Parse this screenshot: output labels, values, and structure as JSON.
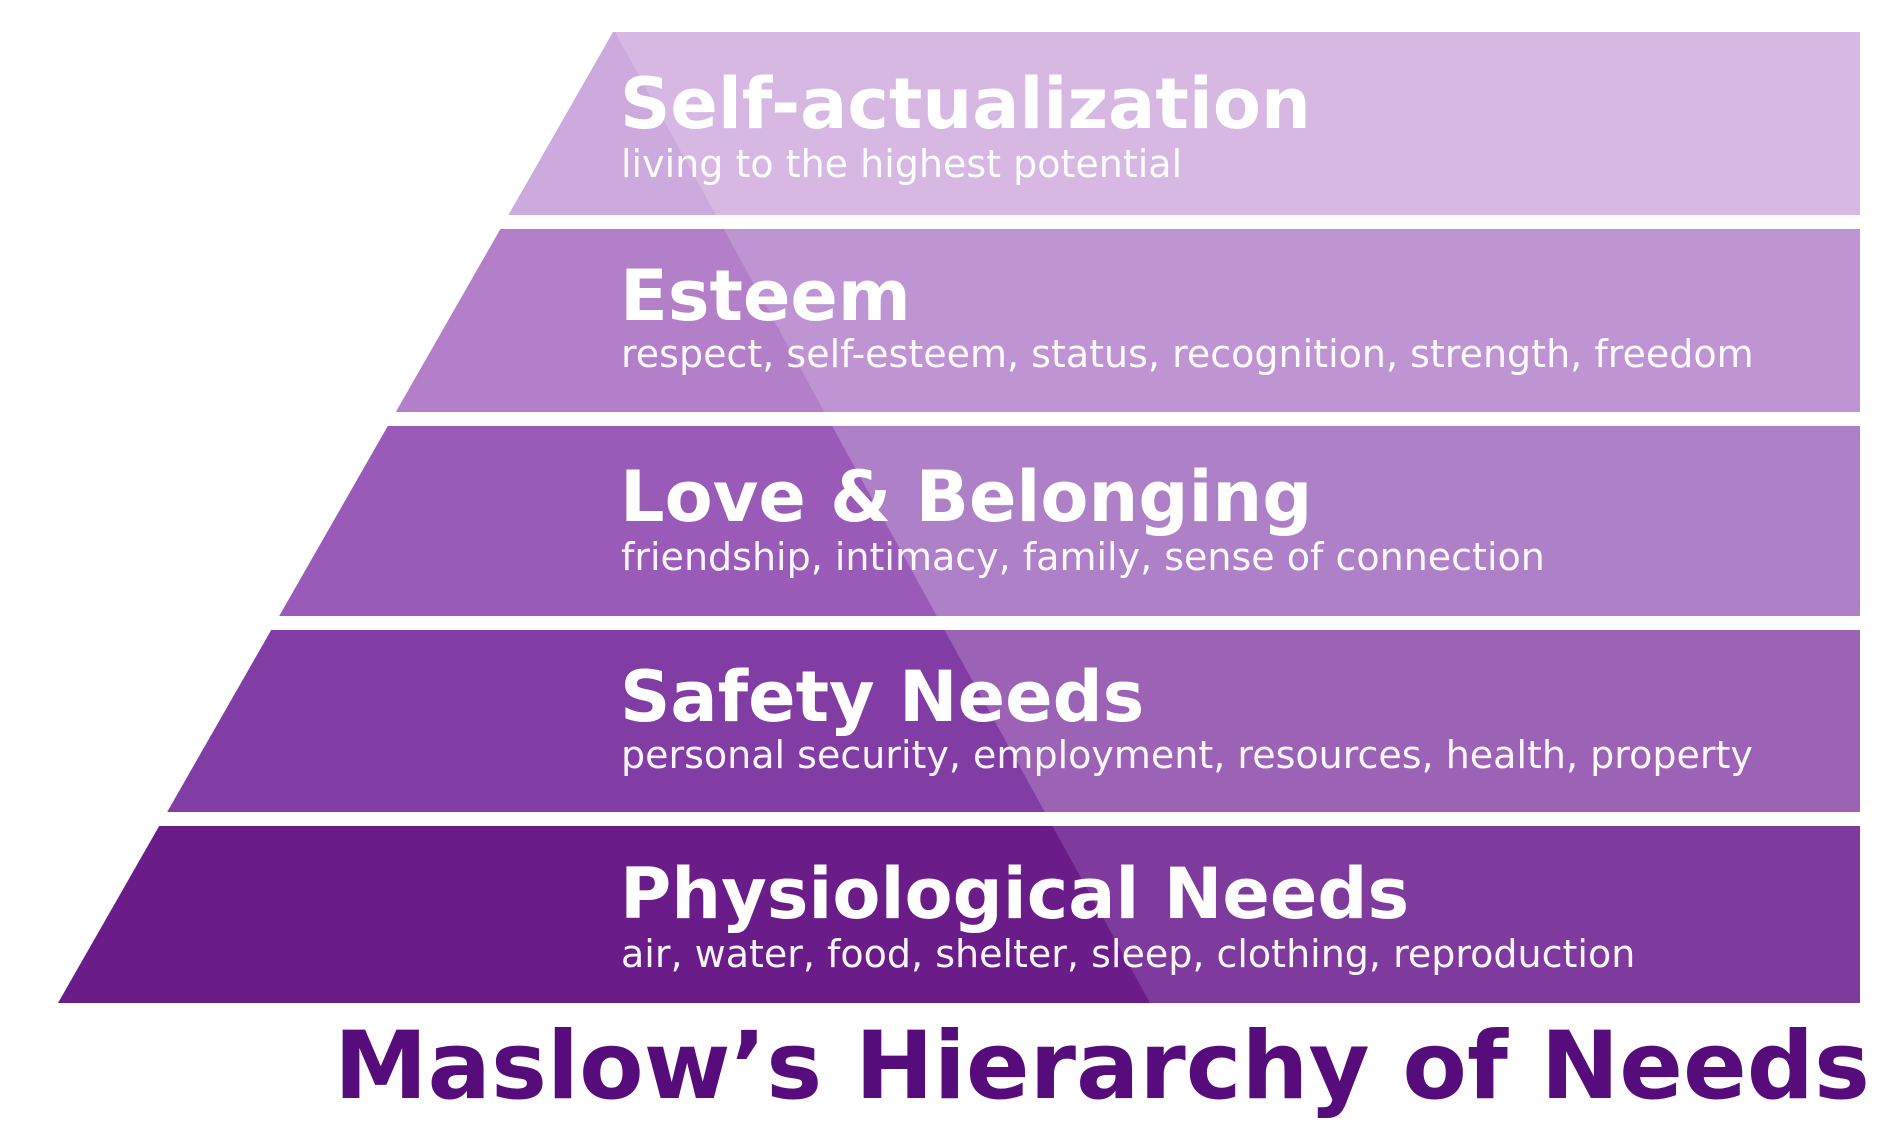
{
  "title": "Maslow’s Hierarchy of Needs",
  "colors": {
    "title": "#560c7a",
    "text": "#ffffff",
    "separator": "#ffffff"
  },
  "tiers": [
    {
      "title": "Self-actualization",
      "description": "living to the highest potential",
      "color_left": "#ccaadd",
      "color_right": "#d6b8e3"
    },
    {
      "title": "Esteem",
      "description": "respect, self-esteem, status, recognition, strength, freedom",
      "color_left": "#b27fc8",
      "color_right": "#be94d2"
    },
    {
      "title": "Love & Belonging",
      "description": "friendship, intimacy, family, sense of connection",
      "color_left": "#9a5ab8",
      "color_right": "#ae80c7"
    },
    {
      "title": "Safety Needs",
      "description": "personal security, employment, resources, health, property",
      "color_left": "#823da5",
      "color_right": "#9b62b5"
    },
    {
      "title": "Physiological Needs",
      "description": "air, water, food, shelter, sleep, clothing, reproduction",
      "color_left": "#6a1c88",
      "color_right": "#7f3a9e"
    }
  ]
}
